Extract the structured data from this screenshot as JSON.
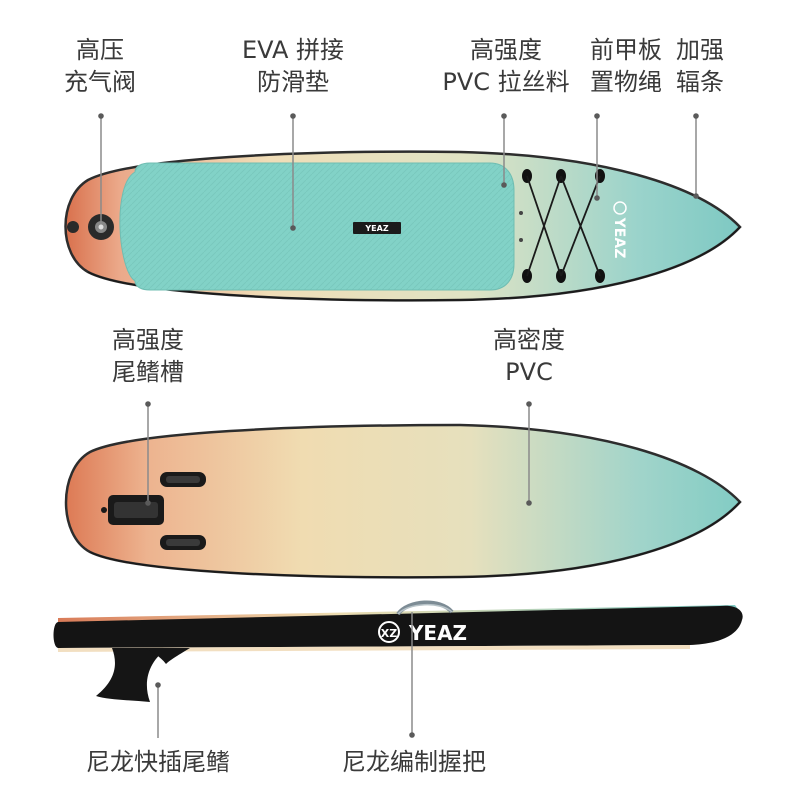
{
  "brand": {
    "name": "YEAZ",
    "badge": "XZ"
  },
  "colors": {
    "teal": "#7ec9c3",
    "deck_pad": "#82d2c7",
    "peach": "#eec9a4",
    "cream": "#ecdcb0",
    "coral": "#e28662",
    "rail_black": "#141414",
    "label_text": "#3a3a3a",
    "leader_line": "#8a8a8a"
  },
  "callouts": {
    "valve": {
      "line1": "高压",
      "line2": "充气阀"
    },
    "deck_pad": {
      "line1": "EVA 拼接",
      "line2": "防滑垫"
    },
    "pvc_drop": {
      "line1": "高强度",
      "line2": "PVC 拉丝料"
    },
    "bungee": {
      "line1": "前甲板",
      "line2": "置物绳"
    },
    "stringer": {
      "line1": "加强",
      "line2": "辐条"
    },
    "fin_box": {
      "line1": "高强度",
      "line2": "尾鳍槽"
    },
    "pvc_bottom": {
      "line1": "高密度",
      "line2": "PVC"
    },
    "fin": {
      "line1": "尼龙快插尾鳍"
    },
    "handle": {
      "line1": "尼龙编制握把"
    }
  },
  "icons": [
    "valve-icon",
    "fin-icon",
    "handle-icon",
    "bungee-cord-icon",
    "brand-badge-icon"
  ]
}
